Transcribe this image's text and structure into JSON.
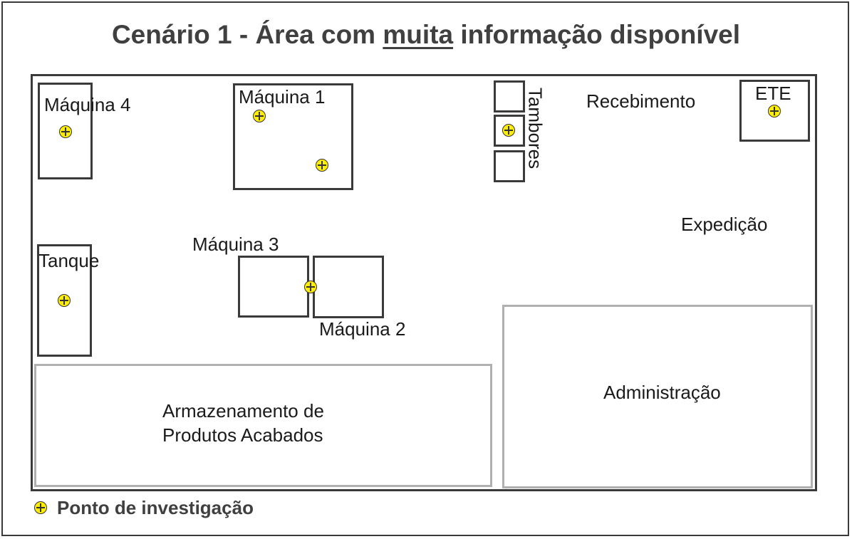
{
  "title": {
    "before": "Cenário 1 - Área com ",
    "emphasis": "muita",
    "after": " informação disponível"
  },
  "areas": {
    "maquina4": "Máquina 4",
    "maquina1": "Máquina 1",
    "maquina3": "Máquina 3",
    "maquina2": "Máquina 2",
    "tanque": "Tanque",
    "tambores": "Tambores",
    "recebimento": "Recebimento",
    "ete": "ETE",
    "expedicao": "Expedição",
    "administracao": "Administração",
    "armazenamento_line1": "Armazenamento de",
    "armazenamento_line2": "Produtos Acabados"
  },
  "legend": {
    "label": "Ponto de investigação",
    "icon": "investigation-point-icon",
    "icon_color": "#ffee00"
  }
}
